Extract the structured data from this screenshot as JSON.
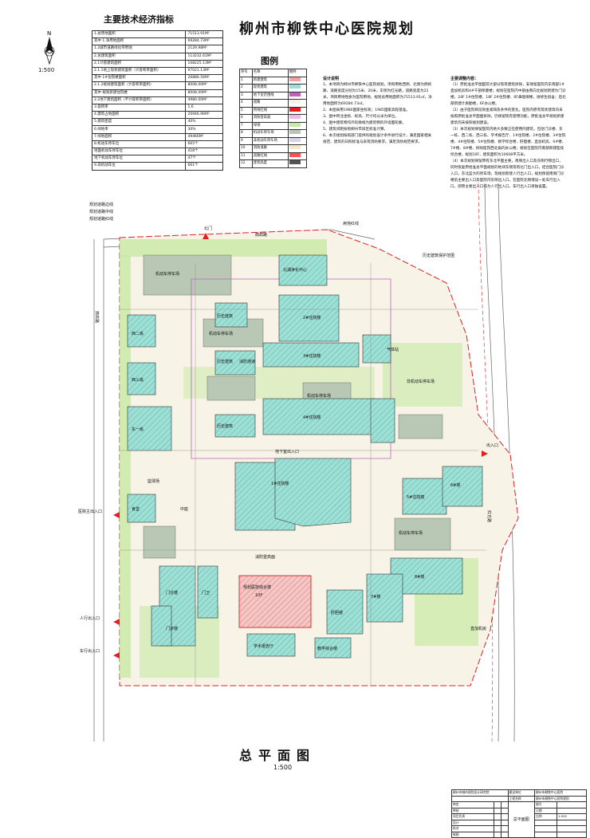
{
  "title": "柳州市柳铁中心医院规划",
  "scale_top": "1:500",
  "north": "N",
  "indicators": {
    "title": "主要技术经济指标",
    "rows": [
      [
        "1.总用地面积",
        "71513.91M²"
      ],
      [
        "其中 1.净用地面积",
        "69284.73M²"
      ],
      [
        "1.2城市道路绿化带用地",
        "2129.98M²"
      ],
      [
        "2.总建筑面积",
        "113232.61M²"
      ],
      [
        "2.1计容建筑面积",
        "108225.13M²"
      ],
      [
        "2.1.1地上现状建筑面积（计容积率面积）",
        "97021.13M²"
      ],
      [
        "其中 1#住院楼面积",
        "26886.56M²"
      ],
      [
        "2.1.2规划建筑面积（计容积率面积）",
        "8008.00M²"
      ],
      [
        "其中 规划新建住院楼",
        "8008.00M²"
      ],
      [
        "2.2地下建筑面积（不计容积率面积）",
        "4980.00M²"
      ],
      [
        "3.容积率",
        "1.6"
      ],
      [
        "4.建筑占地面积",
        "20946.96M²"
      ],
      [
        "5.建筑密度",
        "40%"
      ],
      [
        "6.绿地率",
        "30%"
      ],
      [
        "7.绿地面积",
        "49466M²"
      ],
      [
        "8.机动车停车位",
        "665个"
      ],
      [
        "地面机动车停车位",
        "418个"
      ],
      [
        "地下机动车停车位",
        "47个"
      ],
      [
        "9.非机动车位",
        "661个"
      ]
    ]
  },
  "legend": {
    "title": "图例",
    "header": [
      "序号",
      "名称",
      "图例"
    ],
    "items": [
      {
        "no": "1",
        "name": "新建建筑",
        "color": "#f4a3a3"
      },
      {
        "no": "2",
        "name": "现状建筑",
        "color": "#9fe0d6"
      },
      {
        "no": "3",
        "name": "地下室范围线",
        "color": "#c060c0"
      },
      {
        "no": "4",
        "name": "道路",
        "color": "#f7f3e6"
      },
      {
        "no": "5",
        "name": "用地红线",
        "color": "#e02020"
      },
      {
        "no": "6",
        "name": "消防登高面",
        "color": "#f3b7e6"
      },
      {
        "no": "7",
        "name": "绿地",
        "color": "#c7e9a4"
      },
      {
        "no": "8",
        "name": "机动车停车场",
        "color": "#b9c8b4"
      },
      {
        "no": "9",
        "name": "非机动车停车场",
        "color": "#d8d3ea"
      },
      {
        "no": "10",
        "name": "消防道路",
        "color": "#f0e8c8"
      },
      {
        "no": "11",
        "name": "道路红线",
        "color": "#ff5050"
      },
      {
        "no": "12",
        "name": "建筑高度",
        "color": "#555555"
      }
    ]
  },
  "design_notes": {
    "heading": "设计说明",
    "lines": [
      "1、本项目为柳州市柳铁中心医院规划，项目用地西侧、北侧为鹧鸪路、道路宽度分别为15米、20米，东侧为红光路，道路宽度为22米，项目用地性质为医院用地，规划总用地面积为71513.91㎡，净用地面积为69284.73㎡。",
      "2、本图采用1980国家坐标系；1985国家高程基准。",
      "3、图中所注坐标、标高、尺寸均以米为单位。",
      "4、图中建筑物均外轮廓线为建筑物的外墙面轮廓。",
      "5、建筑间距按照柳州市旧区标准计算。",
      "6、本次规划按照部门提供的规划设计条件进行设计，满足国家相关规范、建筑的日照标准与表现消防要求。满足消防规范要求。"
    ]
  },
  "requirements": {
    "heading": "主要调整内容：",
    "lines": [
      "（1）原批准总平图医院大部分现有建筑拆除，安保留医院内东南部1#直加机房和4#干部保健楼；规划在医院内中部由南向北规划新建为门诊楼，24F 1#住院楼、18F 2#住院楼、6F鼻咽保楼，进修生宿舍；后北部新建计质勤楼，6F办公楼。",
      "（2）由于医院目前资金紧缺及条件的变化，医院内原有现状建筑均未按照原批准总平面图拆除，仍保留现有使用功能，原批准总平规划新建建筑均未按照规划建设。",
      "（3）本次规划保留医院内绝大多数正在使用的建筑，包括门诊楼、东一栋、西二栋、西三栋、学术报告厅、1#住院楼、2#住院楼、3#住院楼、4#住院楼、5#住院楼、教学综合楼、肝胆楼、直加机房、6#楼、7#楼、8#楼、拆除医院西北角的办公楼；规划在医院内南部新建医技综合楼，规划10F，建筑面积为10608平方米。",
      "（4）本次规划保留原有东北平面主要，南侧出入口及东侧行物出口，同时恢复原批准总平面规划的地块东侧现有北门出入口，结合医院门诊入口，东北蓝大的停车场，现规划新建人行出入口，规划保留南侧门诊楼前主要出入口及医院内东侧出入口，在医院北侧增设一处车行出入口，即原主要出入口作为人行出入口，车行出入口单独设置。"
    ]
  },
  "map": {
    "labels": {
      "road_west": "鹧鸪路",
      "road_north": "鹧鸪路",
      "road_east": "红光路",
      "plan_road_edge": "规划道路边线",
      "plan_road_center": "规划道路中线",
      "plan_road_redline": "规划道路红线",
      "site_redline": "用地红线",
      "north_gate": "北门",
      "historic_protect": "历史建筑保护范围",
      "historic_1": "历史建筑",
      "historic_2": "历史建筑",
      "historic_3": "历史建筑",
      "admin_building": "北湖净化中心",
      "parking_1": "机动车停车场",
      "parking_2": "机动车停车场",
      "parking_3": "机动车停车场",
      "parking_4": "机动车停车场",
      "ward_1": "1#住院楼",
      "ward_2": "2#住院楼",
      "ward_3": "3#住院楼",
      "ward_4": "4#住院楼",
      "ward_5": "5#住院楼",
      "east1": "东一栋",
      "west2": "西二栋",
      "west3": "西三栋",
      "canteen": "食堂",
      "court": "篮球场",
      "center_garden": "中庭",
      "gas_station": "气体站",
      "new_building": "规划医技综合楼",
      "new_building_floors": "10F",
      "outpatient": "门诊楼",
      "outpatient2": "门诊楼",
      "teaching": "教学综合楼",
      "academic": "学术报告厅",
      "guard": "门卫",
      "main_entrance": "医院主出入口",
      "pedestrian_entrance": "人行出入口",
      "vehicle_entrance": "车行出入口",
      "east_entrance": "出入口",
      "bldg_8": "8#楼",
      "bldg_7": "7#楼",
      "bldg_6": "6#楼",
      "liver": "肝胆楼",
      "power_room": "直加机房",
      "basement_entrance": "地下室出入口",
      "fire_road": "消防登高面",
      "firelane": "消防通道",
      "nonmotor": "非机动车停车场"
    }
  },
  "plan_title": "总平面图",
  "scale_bottom": "1:500",
  "title_block": {
    "org": "柳州市城市规划设计研究院",
    "project_label": "建设单位",
    "project": "柳州市柳铁中心医院",
    "drawing_label": "工程名称",
    "drawing": "柳州市柳铁中心医院规划",
    "sheet": "总平面图",
    "rows": [
      "审定",
      "审核",
      "项目负责",
      "设计",
      "校对",
      "制图"
    ],
    "right": [
      "图号",
      "日期",
      "比例",
      "1:500"
    ]
  }
}
